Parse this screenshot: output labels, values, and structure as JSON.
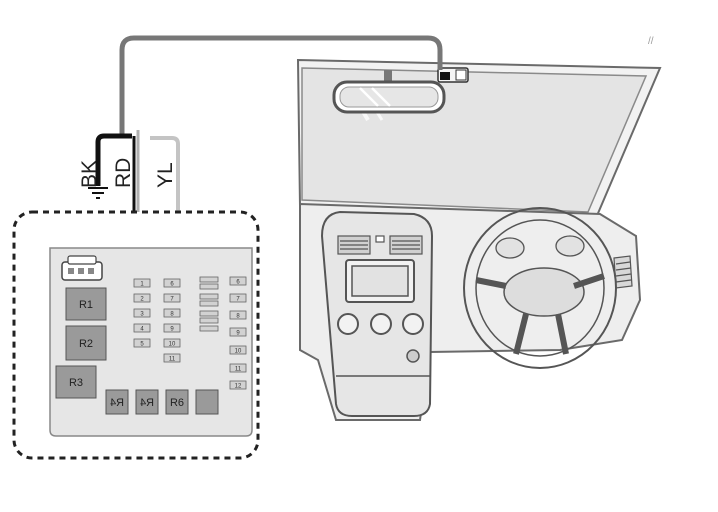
{
  "wires": {
    "bk": "BK",
    "rd": "RD",
    "yl": "YL"
  },
  "fuse_box": {
    "relays": {
      "r1": "R1",
      "r2": "R2",
      "r3": "R3",
      "r4a": "R4",
      "r4b": "R4",
      "r6": "R6"
    },
    "fuses_left": [
      "1",
      "2",
      "3",
      "4",
      "5"
    ],
    "fuses_mid": [
      "6",
      "7",
      "8",
      "9",
      "10",
      "11"
    ],
    "fuses_right": [
      "6",
      "7",
      "8",
      "9",
      "10",
      "11",
      "12"
    ]
  },
  "corner_mark": "//",
  "colors": {
    "wire_gray": "#777777",
    "wire_black": "#111111",
    "wire_light": "#c4c4c4",
    "panel": "#e6e6e6",
    "relay": "#9a9a9a"
  },
  "icons": [
    "ground-icon",
    "dashcam-icon",
    "steering-wheel-icon",
    "rearview-mirror-icon"
  ]
}
